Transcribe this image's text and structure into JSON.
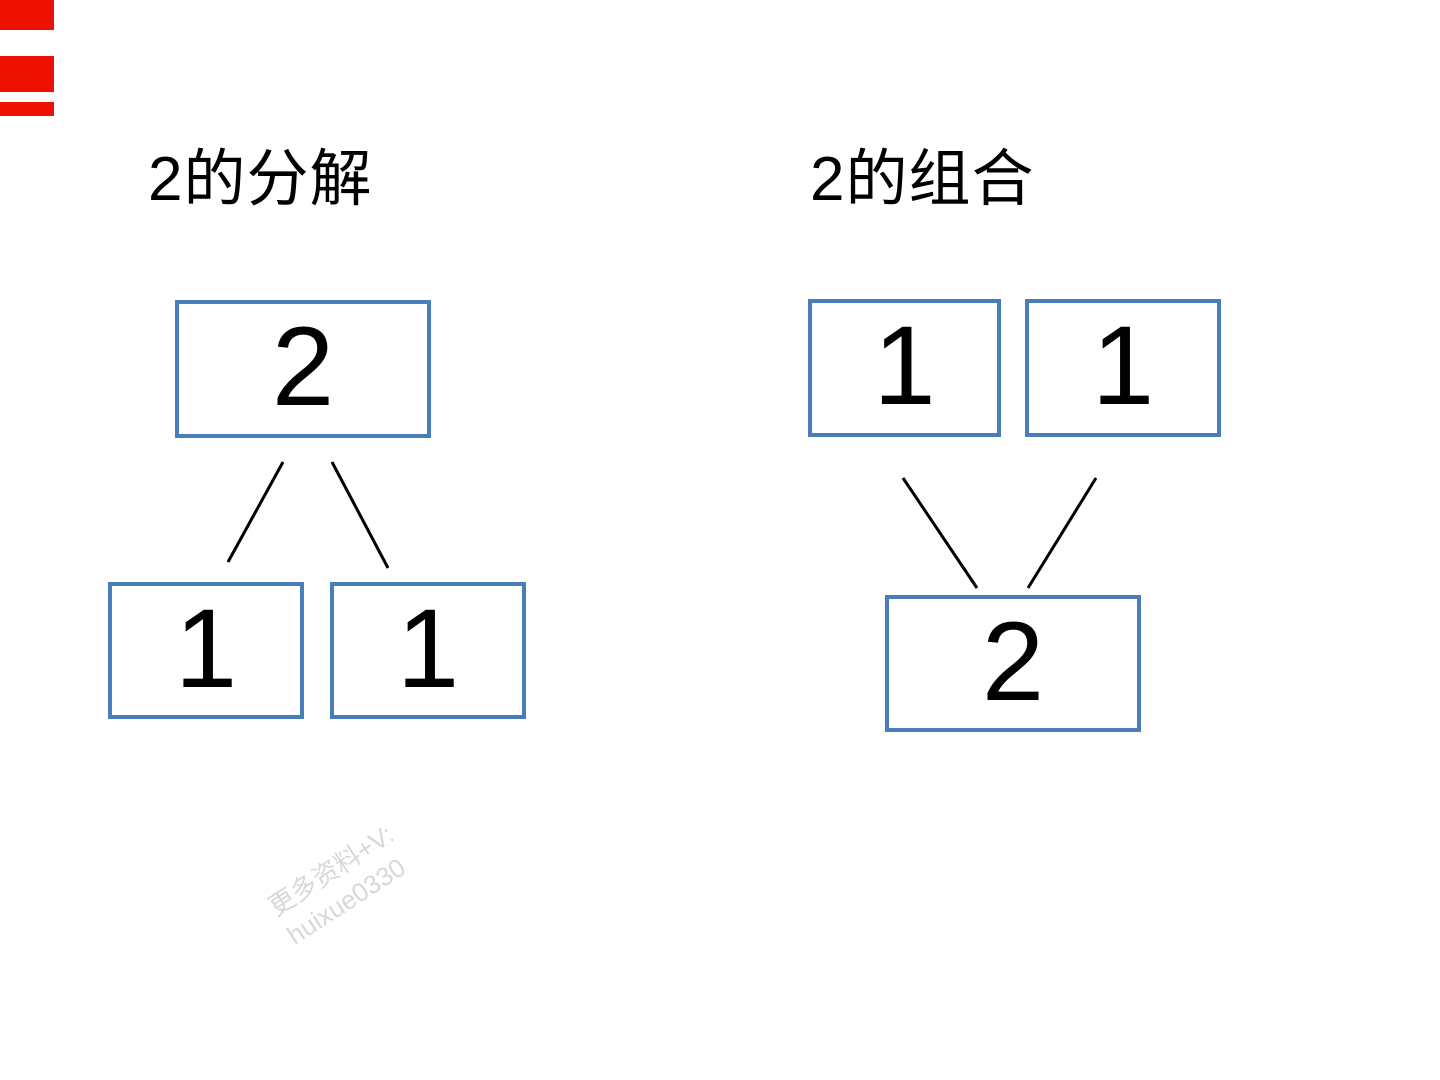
{
  "page": {
    "background_color": "#ffffff",
    "box_border_color": "#4a7ebb",
    "line_color": "#000000",
    "red_strip_color": "#ee1000"
  },
  "decomposition": {
    "title": "2的分解",
    "top_value": "2",
    "bottom_left_value": "1",
    "bottom_right_value": "1"
  },
  "composition": {
    "title": "2的组合",
    "top_left_value": "1",
    "top_right_value": "1",
    "bottom_value": "2"
  },
  "watermark": {
    "line1": "更多资料+V:",
    "line2": "huixue0330"
  }
}
